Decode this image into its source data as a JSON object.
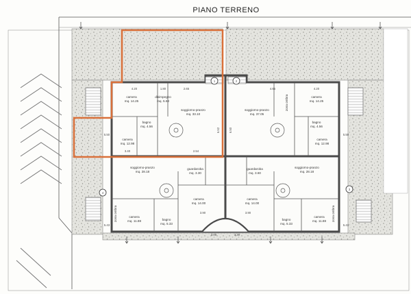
{
  "title": "PIANO TERRENO",
  "colors": {
    "highlight": "#d9703a",
    "wall": "#4a4a4a",
    "garden": "#d9d9d4",
    "paper": "#fdfdfb"
  },
  "rooms": {
    "camera_nw": "camera",
    "camera_nw_area": "mq. 14.25",
    "camera_ne": "camera",
    "camera_ne_area": "mq. 14.25",
    "soggiorno_nw": "soggiorno-pranzo",
    "soggiorno_nw_area": "mq. 33.10",
    "soggiorno_ne": "soggiorno-pranzo",
    "soggiorno_ne_area": "mq. 37.05",
    "bagno_nw": "bagno",
    "bagno_nw_area": "mq. 4.56",
    "bagno_ne": "bagno",
    "bagno_ne_area": "mq. 4.56",
    "camera2_nw": "camera",
    "camera2_nw_area": "mq. 12.98",
    "camera2_ne": "camera",
    "camera2_ne_area": "mq. 12.98",
    "disimpegno_nw": "disimpegno",
    "disimpegno_nw_area": "mq. 5.63",
    "soggiorno_sw": "soggiorno-pranzo",
    "soggiorno_sw_area": "mq. 28.18",
    "soggiorno_se": "soggiorno-pranzo",
    "soggiorno_se_area": "mq. 28.18",
    "guardaroba_w": "guardaroba",
    "guardaroba_w_area": "mq. 3.30",
    "guardaroba_e": "guardaroba",
    "guardaroba_e_area": "mq. 3.60",
    "bagno_sw": "bagno",
    "bagno_sw_area": "mq. 5.33",
    "bagno_se": "bagno",
    "bagno_se_area": "mq. 5.33",
    "camera_sw": "camera",
    "camera_sw_area": "mq. 11.88",
    "camera_se": "camera",
    "camera_se_area": "mq. 11.88",
    "camera_sc_w": "camera",
    "camera_sc_w_area": "mq. 14.00",
    "camera_sc_e": "camera",
    "camera_sc_e_area": "mq. 14.00",
    "zona_ne": "zona ombra",
    "zona_sw": "zona ombra",
    "zona_se": "zona ombra"
  },
  "dimensions": {
    "d1": "4.20",
    "d2": "1.80",
    "d3": "2.65",
    "d4": "4.65",
    "d5": "4.20",
    "d6": "3.40",
    "d7": "5.50",
    "d8": "5.50",
    "d9": "5.43",
    "d10": "5.43",
    "d11": "3.90",
    "d12": "3.90",
    "d13": "2.54",
    "d14": "3.00",
    "d15": "3.30",
    "d16": "6.52",
    "d17": "6.50"
  },
  "markers": [
    "1",
    "2",
    "3",
    "4"
  ]
}
